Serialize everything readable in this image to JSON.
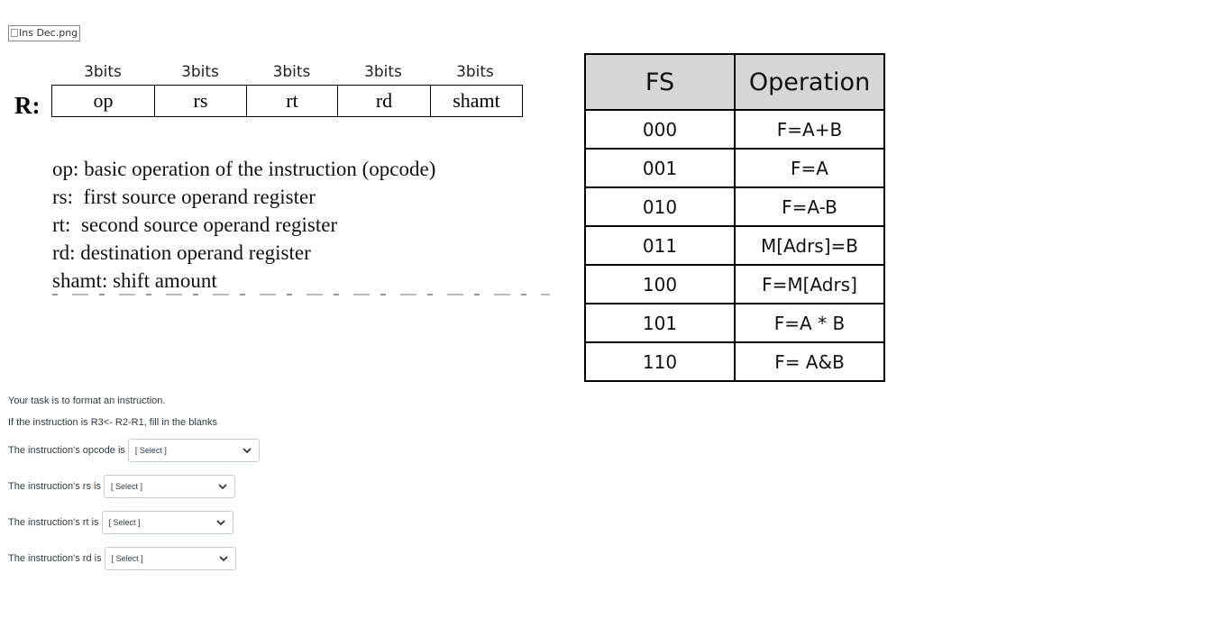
{
  "image": {
    "alt": "Ins Dec.png"
  },
  "format_figure": {
    "register_label": "R:",
    "bits": [
      "3bits",
      "3bits",
      "3bits",
      "3bits",
      "3bits"
    ],
    "fields": [
      "op",
      "rs",
      "rt",
      "rd",
      "shamt"
    ],
    "descriptions": [
      "op: basic operation of the instruction (opcode)",
      "rs:  first source operand register",
      "rt:  second source operand register",
      "rd: destination operand register",
      "shamt: shift amount"
    ]
  },
  "fs_table": {
    "headers": [
      "FS",
      "Operation"
    ],
    "rows": [
      [
        "000",
        "F=A+B"
      ],
      [
        "001",
        "F=A"
      ],
      [
        "010",
        "F=A-B"
      ],
      [
        "011",
        "M[Adrs]=B"
      ],
      [
        "100",
        "F=M[Adrs]"
      ],
      [
        "101",
        "F=A * B"
      ],
      [
        "110",
        "F= A&B"
      ]
    ]
  },
  "question": {
    "intro": "Your task is to format an instruction.",
    "prompt": "If the instruction is R3<- R2-R1, fill in the blanks",
    "blanks": [
      {
        "label": "The instruction's opcode is",
        "value": "[ Select ]"
      },
      {
        "label": "The instruction's rs is",
        "value": "[ Select ]"
      },
      {
        "label": "The instruction's rt is",
        "value": "[ Select ]"
      },
      {
        "label": "The instruction's rd is",
        "value": "[ Select ]"
      }
    ]
  },
  "icons": {
    "dropdown": "chevron-down-icon",
    "broken_image": "broken-image-icon"
  }
}
